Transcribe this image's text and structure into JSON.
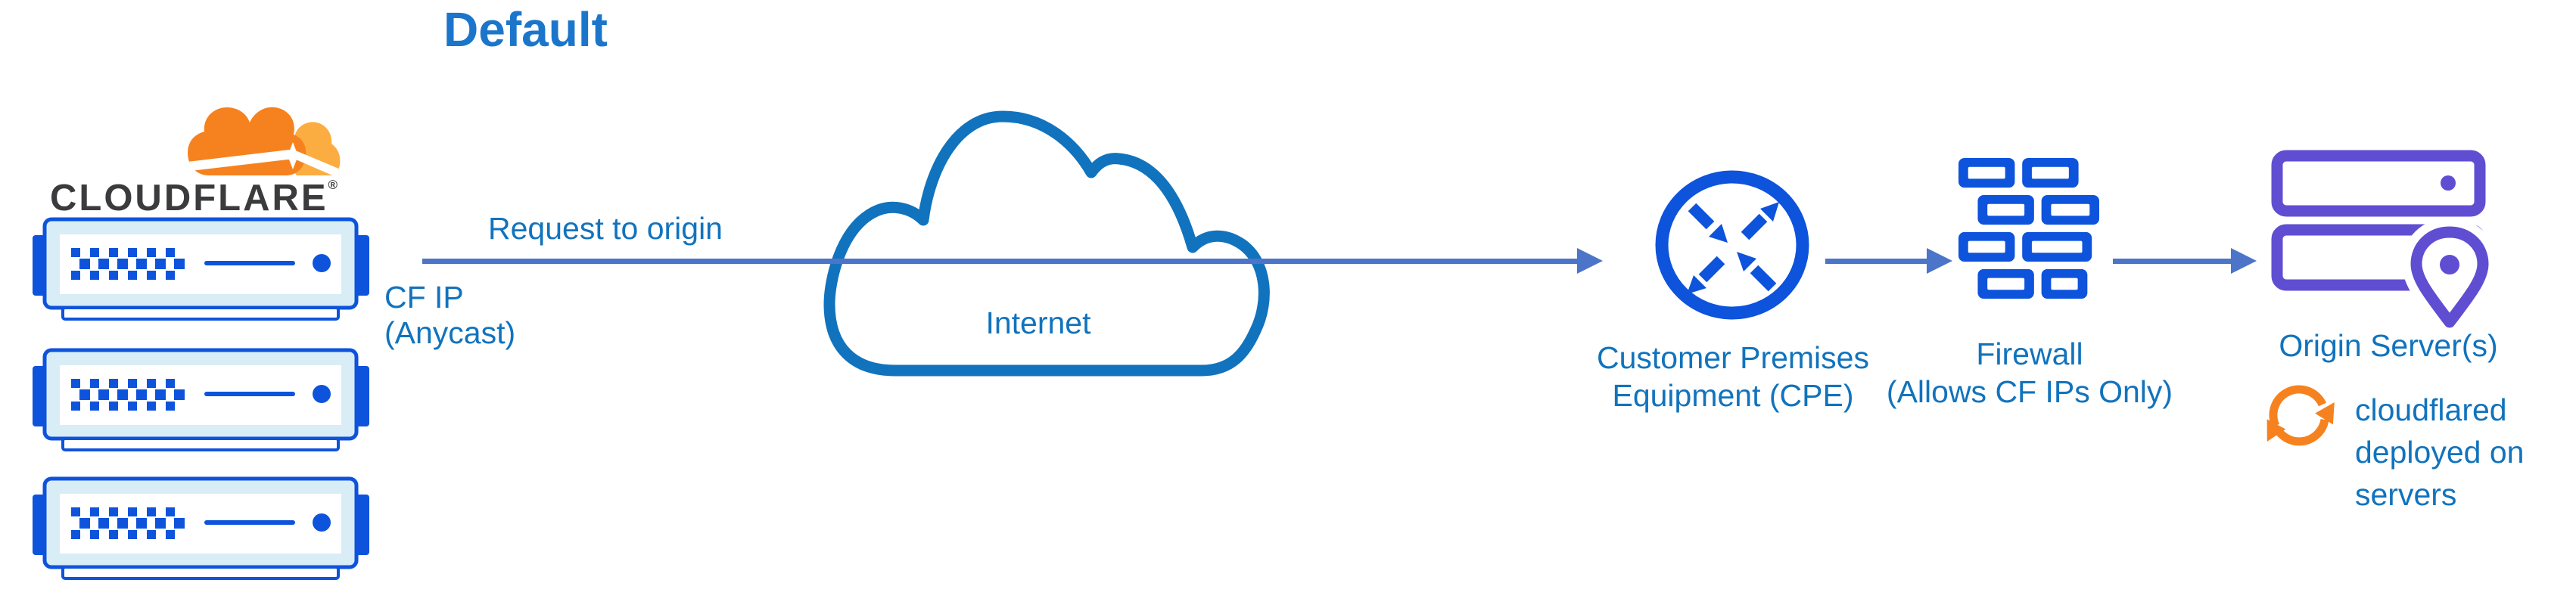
{
  "title": "Default",
  "cloudflare": {
    "wordmark": "CLOUDFLARE",
    "registered_mark": "®"
  },
  "request_arrow": {
    "label": "Request to origin",
    "ip_line1": "CF IP",
    "ip_line2": "(Anycast)"
  },
  "internet": {
    "label": "Internet"
  },
  "cpe": {
    "label_line1": "Customer Premises",
    "label_line2": "Equipment (CPE)"
  },
  "firewall": {
    "label_line1": "Firewall",
    "label_line2": "(Allows CF IPs Only)"
  },
  "origin": {
    "label": "Origin Server(s)",
    "note_line1": "cloudflared",
    "note_line2": "deployed on",
    "note_line3": "servers"
  },
  "icons": {
    "cloudflare-logo-icon": "orange cloudflare cloud logo",
    "edge-server-icon": "blue rack server with dotted front panel (x3)",
    "internet-cloud-icon": "blue outlined cloud",
    "arrow-right-icon": "slate blue flow arrow",
    "cpe-router-icon": "circle with four crossing arrows",
    "firewall-icon": "blue brick wall",
    "origin-servers-icon": "two purple server bars",
    "location-pin-icon": "purple map pin with dot",
    "sync-arrows-icon": "orange circular refresh arrows"
  },
  "colors": {
    "title_text": "#1B76CB",
    "label_text": "#1173BD",
    "arrow": "#4C74C9",
    "icon_blue": "#0D53DC",
    "cloud_outline": "#1173BD",
    "server_panel_fill": "#D9EDF6",
    "origin_purple": "#5F4ED2",
    "brand_orange": "#F6821F",
    "brand_orange_light": "#FBAD41",
    "wordmark_text": "#3B3B3D",
    "background": "#FFFFFF"
  }
}
